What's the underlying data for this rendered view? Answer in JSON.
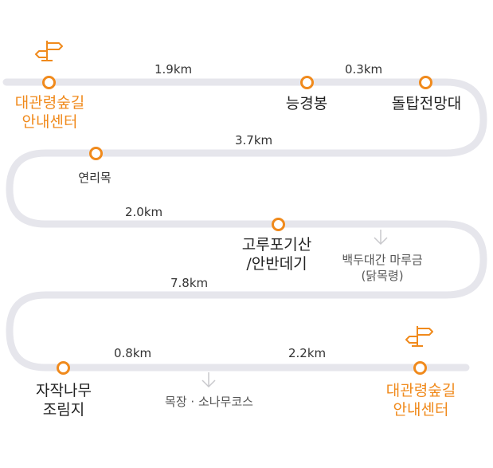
{
  "colors": {
    "accent": "#f08a1c",
    "path": "#e6e6ec",
    "text": "#222222"
  },
  "distances": {
    "d1": "1.9km",
    "d2": "0.3km",
    "d3": "3.7km",
    "d4": "2.0km",
    "d5": "7.8km",
    "d6": "0.8km",
    "d7": "2.2km"
  },
  "stations": {
    "start": {
      "line1": "대관령숲길",
      "line2": "안내센터"
    },
    "neungyeongbong": "능경봉",
    "dolttap": "돌탑전망대",
    "yeonrimok": "연리목",
    "gorupogi": {
      "line1": "고루포기산",
      "line2": "/안반데기"
    },
    "baekdu": {
      "line1": "백두대간 마루금",
      "line2": "(닭목령)"
    },
    "jajak": {
      "line1": "자작나무",
      "line2": "조림지"
    },
    "mokjang": "목장 · 소나무코스",
    "end": {
      "line1": "대관령숲길",
      "line2": "안내센터"
    }
  },
  "icons": {
    "start": "signpost-icon",
    "end": "signpost-icon",
    "branch": "down-arrow-icon"
  }
}
